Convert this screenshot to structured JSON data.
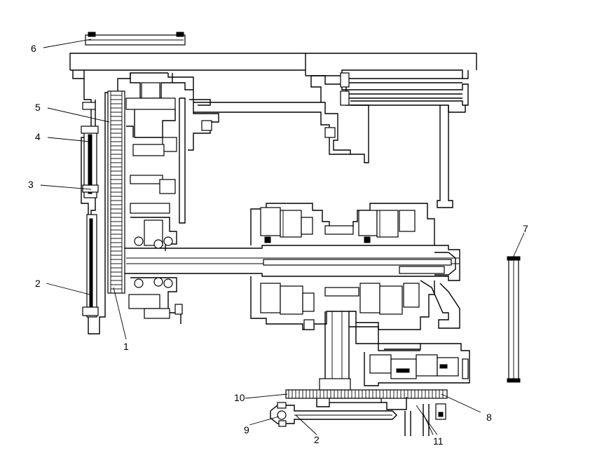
{
  "callouts": [
    {
      "id": "c1",
      "label": "1"
    },
    {
      "id": "c2a",
      "label": "2"
    },
    {
      "id": "c2b",
      "label": "2"
    },
    {
      "id": "c3",
      "label": "3"
    },
    {
      "id": "c4",
      "label": "4"
    },
    {
      "id": "c5",
      "label": "5"
    },
    {
      "id": "c6",
      "label": "6"
    },
    {
      "id": "c7",
      "label": "7"
    },
    {
      "id": "c8",
      "label": "8"
    },
    {
      "id": "c9",
      "label": "9"
    },
    {
      "id": "c10",
      "label": "10"
    },
    {
      "id": "c11",
      "label": "11"
    }
  ]
}
